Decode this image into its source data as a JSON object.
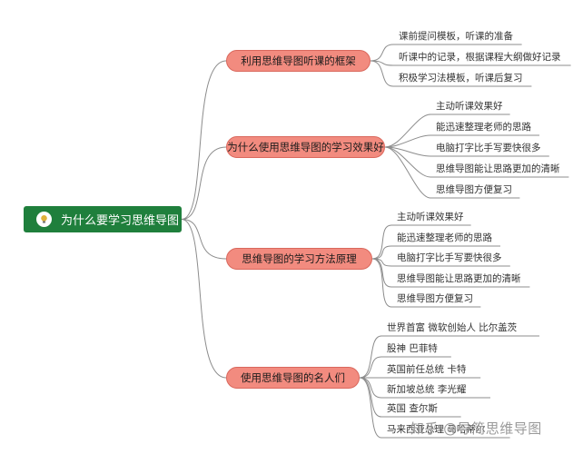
{
  "root": {
    "label": "为什么要学习思维导图",
    "icon": "lightbulb-icon"
  },
  "branches": [
    {
      "label": "利用思维导图听课的框架",
      "leaves": [
        "课前提问模板，听课的准备",
        "听课中的记录，根据课程大纲做好记录",
        "积极学习法模板，听课后复习"
      ]
    },
    {
      "label": "为什么使用思维导图的学习效果好",
      "leaves": [
        "主动听课效果好",
        "能迅速整理老师的思路",
        "电脑打字比手写要快很多",
        "思维导图能让思路更加的清晰",
        "思维导图方便复习"
      ]
    },
    {
      "label": "思维导图的学习方法原理",
      "leaves": [
        "主动听课效果好",
        "能迅速整理老师的思路",
        "电脑打字比手写要快很多",
        "思维导图能让思路更加的清晰",
        "思维导图方便复习"
      ]
    },
    {
      "label": "使用思维导图的名人们",
      "leaves": [
        "世界首富 微软创始人 比尔盖茨",
        "股神 巴菲特",
        "英国前任总统 卡特",
        "新加坡总统  李光耀",
        "英国  查尔斯",
        "马来西亚总理  马哈蒂尔"
      ]
    }
  ],
  "watermark": "知乎 @导简思维导图",
  "colors": {
    "root": "#1f7f3c",
    "branch": "#f28b7f",
    "connector": "#8c8c8c"
  }
}
